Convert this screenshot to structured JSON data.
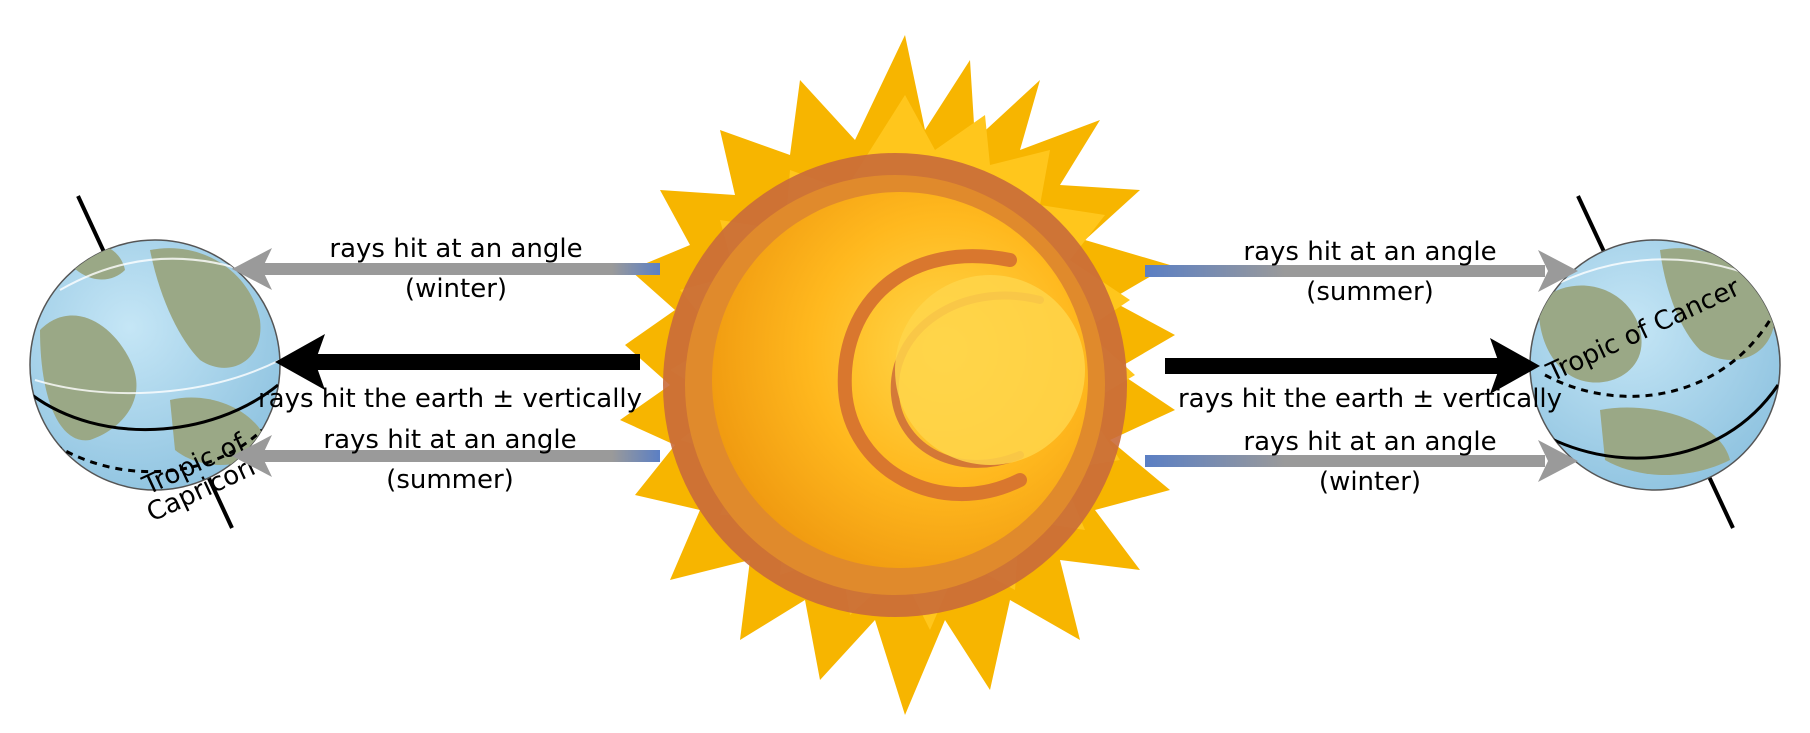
{
  "left": {
    "upper_label_1": "rays hit at an angle",
    "upper_label_2": "(winter)",
    "middle_label": "rays hit the earth ± vertically",
    "lower_label_1": "rays hit at an angle",
    "lower_label_2": "(summer)",
    "globe_label_1": "Tropic of",
    "globe_label_2": "Capricorn"
  },
  "right": {
    "upper_label_1": "rays hit at an angle",
    "upper_label_2": "(summer)",
    "middle_label": "rays hit the earth ± vertically",
    "lower_label_1": "rays hit at an angle",
    "lower_label_2": "(winter)",
    "globe_label": "Tropic of Cancer"
  },
  "colors": {
    "angled_ray": "#9a9a9a",
    "vertical_ray": "#000000",
    "ray_origin": "#5b7fc4",
    "sun_corona": "#f7b500",
    "sun_core": "#ffc21a",
    "sun_ring": "#c9703a",
    "ocean": "#a9d6ee",
    "land": "#9aa886"
  }
}
